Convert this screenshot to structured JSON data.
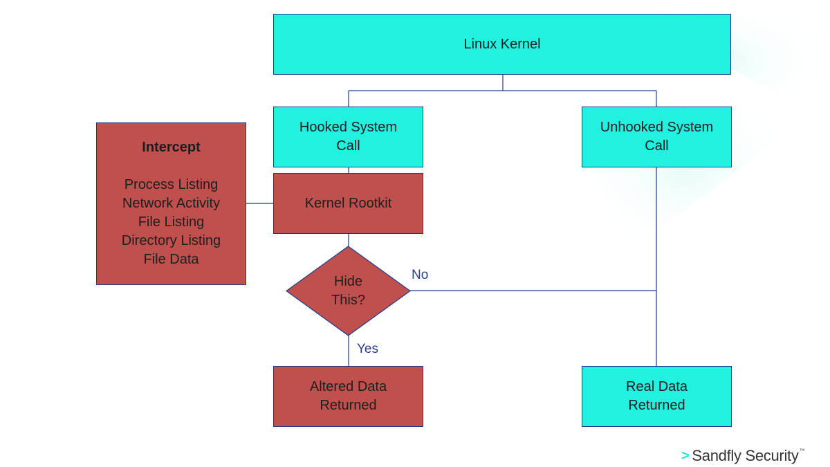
{
  "nodes": {
    "linux_kernel": "Linux Kernel",
    "hooked_syscall": [
      "Hooked System",
      "Call"
    ],
    "unhooked_syscall": [
      "Unhooked System",
      "Call"
    ],
    "kernel_rootkit": "Kernel Rootkit",
    "decision": [
      "Hide",
      "This?"
    ],
    "altered_data": [
      "Altered Data",
      "Returned"
    ],
    "real_data": [
      "Real Data",
      "Returned"
    ],
    "intercept": {
      "title": "Intercept",
      "items": [
        "Process Listing",
        "Network Activity",
        "File Listing",
        "Directory Listing",
        "File Data"
      ]
    }
  },
  "edges": {
    "no_label": "No",
    "yes_label": "Yes"
  },
  "brand": {
    "name": "Sandfly Security",
    "trademark": "™"
  },
  "colors": {
    "teal": "#22f1df",
    "red": "#c0504d",
    "line": "#1a3a8a",
    "brand_accent": "#22e6d3"
  }
}
